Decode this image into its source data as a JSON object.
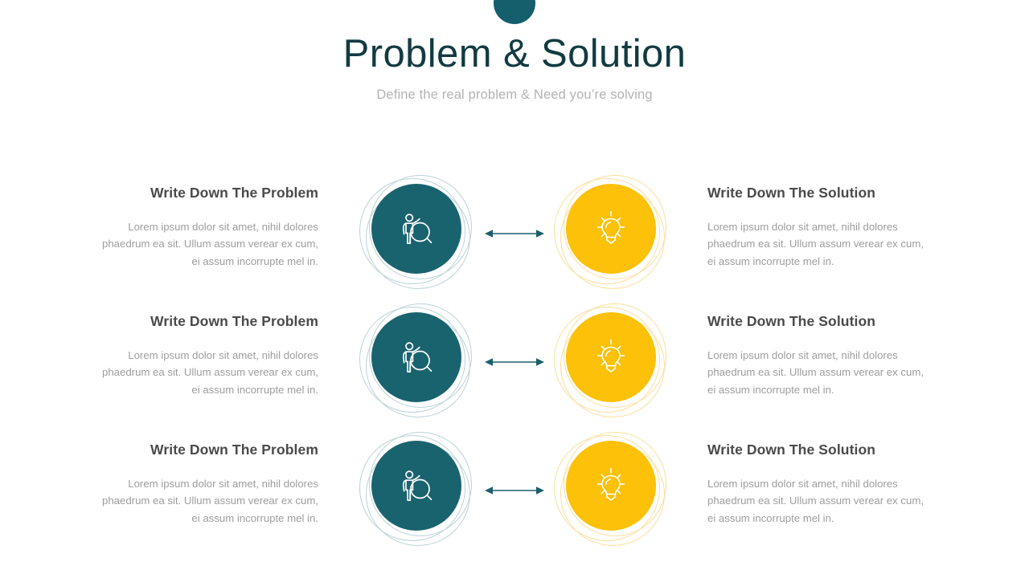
{
  "slide": {
    "title": "Problem & Solution",
    "subtitle": "Define the real problem & Need you’re solving"
  },
  "colors": {
    "teal": "#19636F",
    "teal_dark": "#123B41",
    "amber": "#FCC108",
    "heading_gray": "#4a4a4a",
    "body_gray": "#9d9d9d",
    "subtitle_gray": "#b3b3b3",
    "teal_ring": "#bcd3d7",
    "amber_ring": "#fbdf9d"
  },
  "rows": [
    {
      "problem": {
        "title": "Write Down The Problem",
        "body": "Lorem ipsum dolor sit amet, nihil dolores phaedrum ea sit. Ullum assum verear ex cum, ei assum incorrupte mel in.",
        "icon": "person-magnifier-icon"
      },
      "connector": {
        "icon": "double-arrow-icon"
      },
      "solution": {
        "title": "Write Down The Solution",
        "body": "Lorem ipsum dolor sit amet, nihil dolores phaedrum ea sit. Ullum assum verear ex cum, ei assum incorrupte mel in.",
        "icon": "lightbulb-icon"
      }
    },
    {
      "problem": {
        "title": "Write Down The Problem",
        "body": "Lorem ipsum dolor sit amet, nihil dolores phaedrum ea sit. Ullum assum verear ex cum, ei assum incorrupte mel in.",
        "icon": "person-magnifier-icon"
      },
      "connector": {
        "icon": "double-arrow-icon"
      },
      "solution": {
        "title": "Write Down The Solution",
        "body": "Lorem ipsum dolor sit amet, nihil dolores phaedrum ea sit. Ullum assum verear ex cum, ei assum incorrupte mel in.",
        "icon": "lightbulb-icon"
      }
    },
    {
      "problem": {
        "title": "Write Down The Problem",
        "body": "Lorem ipsum dolor sit amet, nihil dolores phaedrum ea sit. Ullum assum verear ex cum, ei assum incorrupte mel in.",
        "icon": "person-magnifier-icon"
      },
      "connector": {
        "icon": "double-arrow-icon"
      },
      "solution": {
        "title": "Write Down The Solution",
        "body": "Lorem ipsum dolor sit amet, nihil dolores phaedrum ea sit. Ullum assum verear ex cum, ei assum incorrupte mel in.",
        "icon": "lightbulb-icon"
      }
    }
  ]
}
